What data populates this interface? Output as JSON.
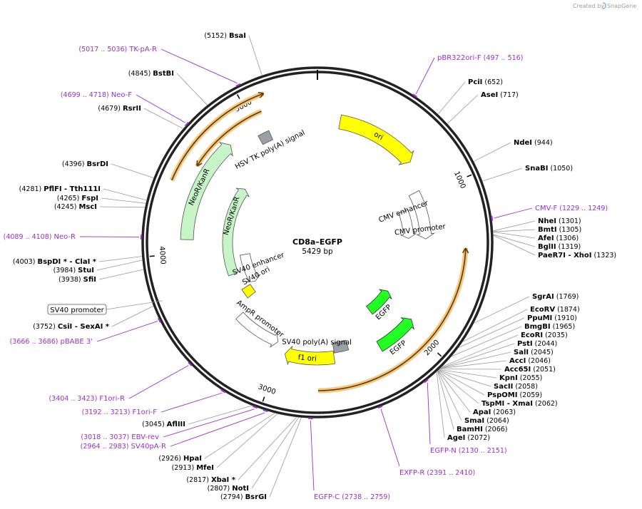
{
  "branding": {
    "created_by": "Created by",
    "product": "SnapGene"
  },
  "plasmid": {
    "name": "CD8a–EGFP",
    "size_label": "5429 bp",
    "length": 5429
  },
  "ticks": [
    "1000",
    "2000",
    "3000",
    "4000",
    "5000"
  ],
  "features": [
    {
      "id": "ori",
      "label": "ori",
      "color": "#ffff00"
    },
    {
      "id": "cmv_enh",
      "label": "CMV enhancer",
      "color": "#ffffff"
    },
    {
      "id": "cmv_prom",
      "label": "CMV promoter",
      "color": "#ffffff"
    },
    {
      "id": "egfp1",
      "label": "EGFP",
      "color": "#22ff22"
    },
    {
      "id": "egfp2",
      "label": "EGFP",
      "color": "#22ff22"
    },
    {
      "id": "sv40pa",
      "label": "SV40 poly(A) signal",
      "color": "#9aa0a8"
    },
    {
      "id": "f1ori",
      "label": "f1 ori",
      "color": "#ffff00"
    },
    {
      "id": "ampr_prom",
      "label": "AmpR promoter",
      "color": "#ffffff"
    },
    {
      "id": "sv40_ori",
      "label": "SV40 ori",
      "color": "#ffff00"
    },
    {
      "id": "sv40_enh",
      "label": "SV40 enhancer",
      "color": "#ffffff"
    },
    {
      "id": "neokan1",
      "label": "NeoR/KanR",
      "color": "#c8f5c8"
    },
    {
      "id": "neokan2",
      "label": "NeoR/KanR",
      "color": "#c8f5c8"
    },
    {
      "id": "hsv_tk",
      "label": "HSV TK poly(A) signal",
      "color": "#9aa0a8"
    }
  ],
  "sites": [
    {
      "name": "BsaI",
      "pos": "(5152)"
    },
    {
      "name": "BstBI",
      "pos": "(4845)"
    },
    {
      "name": "RsrII",
      "pos": "(4679)"
    },
    {
      "name": "BsrDI",
      "pos": "(4396)"
    },
    {
      "name": "PflFI",
      "extra": "- Tth111I",
      "pos": "(4281)"
    },
    {
      "name": "FspI",
      "pos": "(4265)"
    },
    {
      "name": "MscI",
      "pos": "(4245)"
    },
    {
      "name": "BspDI *",
      "extra": "- ClaI *",
      "pos": "(4003)"
    },
    {
      "name": "StuI",
      "pos": "(3984)"
    },
    {
      "name": "SfiI",
      "pos": "(3938)"
    },
    {
      "name": "CsiI",
      "extra": "- SexAI *",
      "pos": "(3752)"
    },
    {
      "name": "AflIII",
      "pos": "(3045)"
    },
    {
      "name": "HpaI",
      "pos": "(2926)"
    },
    {
      "name": "MfeI",
      "pos": "(2913)"
    },
    {
      "name": "XbaI *",
      "pos": "(2817)"
    },
    {
      "name": "NotI",
      "pos": "(2807)"
    },
    {
      "name": "BsrGI",
      "pos": "(2794)"
    },
    {
      "name": "PciI",
      "pos": "(652)"
    },
    {
      "name": "AseI",
      "pos": "(717)"
    },
    {
      "name": "NdeI",
      "pos": "(944)"
    },
    {
      "name": "SnaBI",
      "pos": "(1050)"
    },
    {
      "name": "NheI",
      "pos": "(1301)"
    },
    {
      "name": "BmtI",
      "pos": "(1305)"
    },
    {
      "name": "AfeI",
      "pos": "(1306)"
    },
    {
      "name": "BglII",
      "pos": "(1319)"
    },
    {
      "name": "PaeR7I",
      "extra": "- XhoI",
      "pos": "(1323)"
    },
    {
      "name": "SgrAI",
      "pos": "(1769)"
    },
    {
      "name": "EcoRV",
      "pos": "(1874)"
    },
    {
      "name": "PpuMI",
      "pos": "(1910)"
    },
    {
      "name": "BmgBI",
      "pos": "(1965)"
    },
    {
      "name": "EcoRI",
      "pos": "(2035)"
    },
    {
      "name": "PstI",
      "pos": "(2044)"
    },
    {
      "name": "SalI",
      "pos": "(2045)"
    },
    {
      "name": "AccI",
      "pos": "(2046)"
    },
    {
      "name": "Acc65I",
      "pos": "(2051)"
    },
    {
      "name": "KpnI",
      "pos": "(2055)"
    },
    {
      "name": "SacII",
      "pos": "(2058)"
    },
    {
      "name": "PspOMI",
      "pos": "(2059)"
    },
    {
      "name": "TspMI",
      "extra": "- XmaI",
      "pos": "(2062)"
    },
    {
      "name": "ApaI",
      "pos": "(2063)"
    },
    {
      "name": "SmaI",
      "pos": "(2064)"
    },
    {
      "name": "BamHI",
      "pos": "(2066)"
    },
    {
      "name": "AgeI",
      "pos": "(2072)"
    }
  ],
  "primers": [
    {
      "name": "TK-pA-R",
      "range": "(5017 .. 5036)"
    },
    {
      "name": "Neo-F",
      "range": "(4699 .. 4718)"
    },
    {
      "name": "Neo-R",
      "range": "(4089 .. 4108)"
    },
    {
      "name": "pBABE 3'",
      "range": "(3666 .. 3686)"
    },
    {
      "name": "F1ori-R",
      "range": "(3404 .. 3423)"
    },
    {
      "name": "F1ori-F",
      "range": "(3192 .. 3213)"
    },
    {
      "name": "EBV-rev",
      "range": "(3018 .. 3037)"
    },
    {
      "name": "SV40pA-R",
      "range": "(2964 .. 2983)"
    },
    {
      "name": "EGFP-C",
      "range": "(2738 .. 2759)"
    },
    {
      "name": "EXFP-R",
      "range": "(2391 .. 2410)"
    },
    {
      "name": "EGFP-N",
      "range": "(2130 .. 2151)"
    },
    {
      "name": "CMV-F",
      "range": "(1229 .. 1249)"
    },
    {
      "name": "pBR322ori-F",
      "range": "(497 .. 516)"
    }
  ],
  "boxed_labels": [
    {
      "label": "SV40 promoter"
    }
  ],
  "colors": {
    "primer": "#9b30c8",
    "orf": "#f5c77e",
    "backbone": "#000000"
  }
}
